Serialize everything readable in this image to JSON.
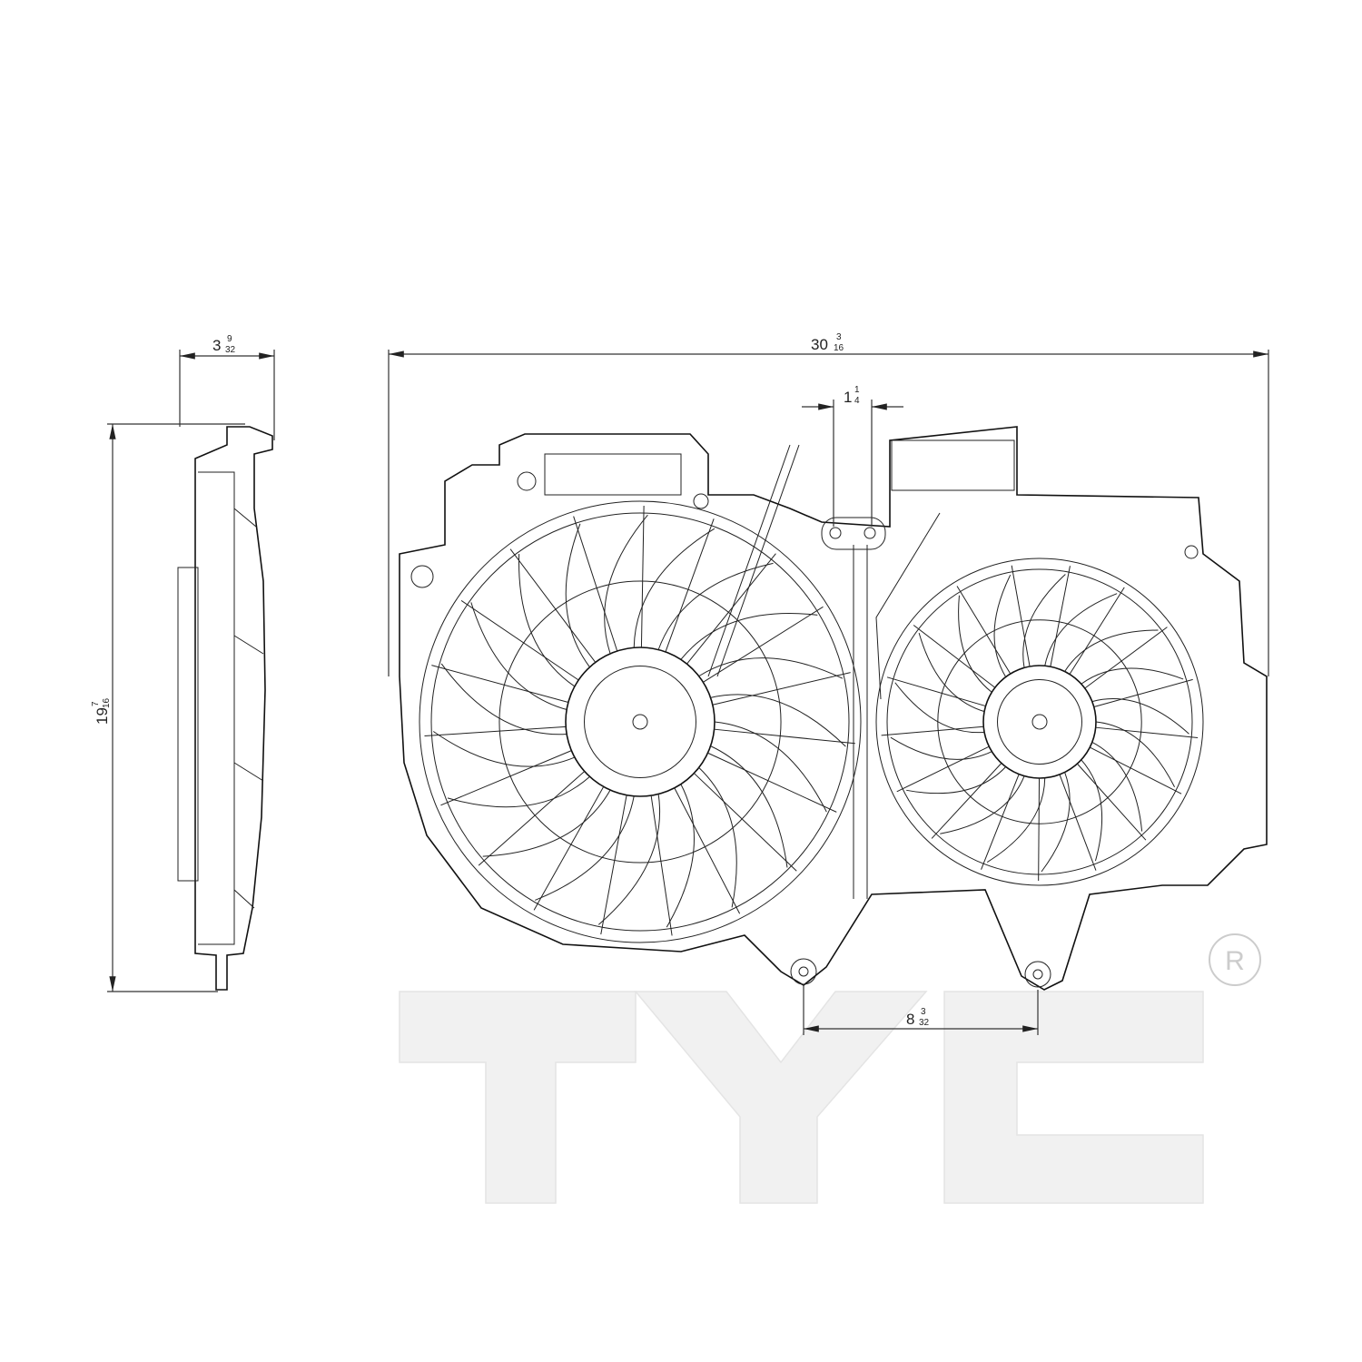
{
  "dimensions": {
    "depth": {
      "whole": "3",
      "num": "9",
      "den": "32"
    },
    "width": {
      "whole": "30",
      "num": "3",
      "den": "16"
    },
    "bolt_spacing_top": {
      "whole": "1",
      "num": "1",
      "den": "4"
    },
    "height": {
      "whole": "19",
      "num": "7",
      "den": "16"
    },
    "mount_spacing": {
      "whole": "8",
      "num": "3",
      "den": "32"
    }
  },
  "watermark": {
    "brand": "TYC",
    "registered_mark": "R"
  },
  "colors": {
    "line": "#111111",
    "watermark": "#f1f1f1"
  }
}
